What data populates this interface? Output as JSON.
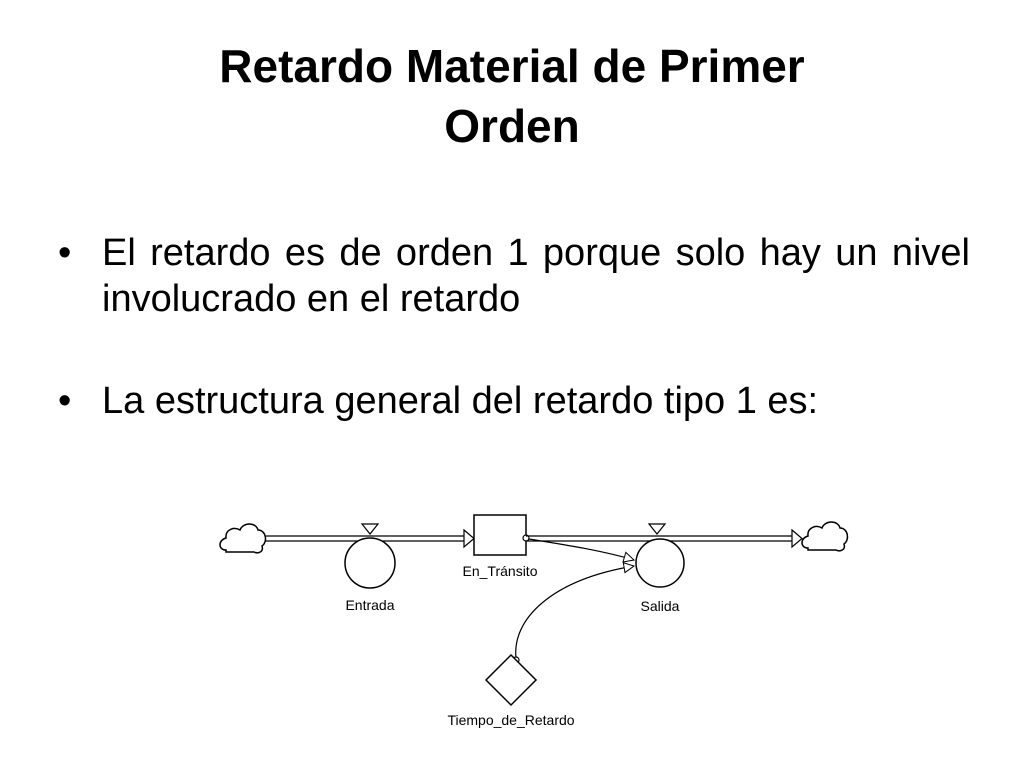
{
  "slide": {
    "title_line1": "Retardo Material de Primer",
    "title_line2": "Orden",
    "bullets": [
      "El retardo es de orden 1 porque solo hay un nivel involucrado en el retardo",
      "La estructura general del retardo tipo 1 es:"
    ],
    "bullet_marker": "•"
  },
  "diagram": {
    "stock": "En_Tránsito",
    "inflow": "Entrada",
    "outflow": "Salida",
    "constant": "Tiempo_de_Retardo"
  }
}
